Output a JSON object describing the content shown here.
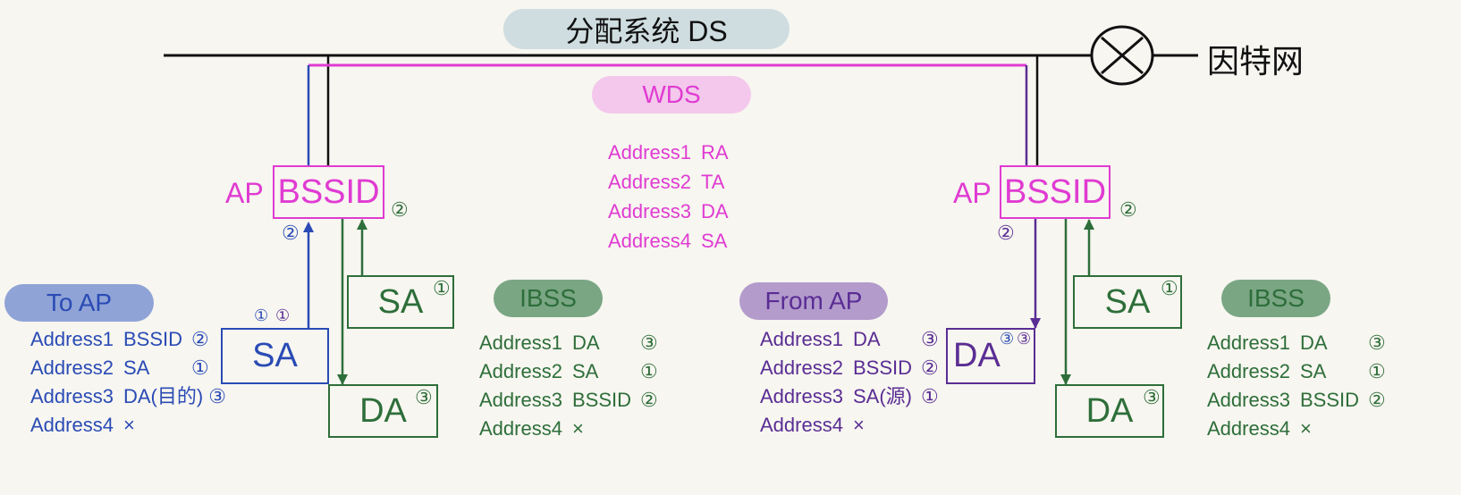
{
  "title": "分配系统 DS",
  "internet": "因特网",
  "wds": {
    "label": "WDS",
    "rows": [
      {
        "addr": "Address1",
        "val": "RA"
      },
      {
        "addr": "Address2",
        "val": "TA"
      },
      {
        "addr": "Address3",
        "val": "DA"
      },
      {
        "addr": "Address4",
        "val": "SA"
      }
    ]
  },
  "left": {
    "ap_label": "AP",
    "ap_box": "BSSID",
    "ap_mark_green": "②",
    "ap_mark_blue": "②",
    "sa_blue": "SA",
    "sa_blue_marks": [
      "①",
      "①"
    ],
    "sa_green": "SA",
    "sa_green_mark": "①",
    "da_green": "DA",
    "da_green_mark": "③"
  },
  "right": {
    "ap_label": "AP",
    "ap_box": "BSSID",
    "ap_mark_green": "②",
    "ap_mark_purple": "②",
    "da_purple": "DA",
    "da_purple_marks": [
      "③",
      "③"
    ],
    "sa_green": "SA",
    "sa_green_mark": "①",
    "da_green": "DA",
    "da_green_mark": "③"
  },
  "to_ap": {
    "label": "To AP",
    "rows": [
      {
        "addr": "Address1",
        "val": "BSSID",
        "mark": "②"
      },
      {
        "addr": "Address2",
        "val": "SA",
        "mark": "①"
      },
      {
        "addr": "Address3",
        "val": "DA(目的)",
        "mark": "③"
      },
      {
        "addr": "Address4",
        "val": "×",
        "mark": ""
      }
    ]
  },
  "ibss_left": {
    "label": "IBSS",
    "rows": [
      {
        "addr": "Address1",
        "val": "DA",
        "mark": "③"
      },
      {
        "addr": "Address2",
        "val": "SA",
        "mark": "①"
      },
      {
        "addr": "Address3",
        "val": "BSSID",
        "mark": "②"
      },
      {
        "addr": "Address4",
        "val": "×",
        "mark": ""
      }
    ]
  },
  "from_ap": {
    "label": "From AP",
    "rows": [
      {
        "addr": "Address1",
        "val": "DA",
        "mark": "③"
      },
      {
        "addr": "Address2",
        "val": "BSSID",
        "mark": "②"
      },
      {
        "addr": "Address3",
        "val": "SA(源)",
        "mark": "①"
      },
      {
        "addr": "Address4",
        "val": "×",
        "mark": ""
      }
    ]
  },
  "ibss_right": {
    "label": "IBSS",
    "rows": [
      {
        "addr": "Address1",
        "val": "DA",
        "mark": "③"
      },
      {
        "addr": "Address2",
        "val": "SA",
        "mark": "①"
      },
      {
        "addr": "Address3",
        "val": "BSSID",
        "mark": "②"
      },
      {
        "addr": "Address4",
        "val": "×",
        "mark": ""
      }
    ]
  },
  "colors": {
    "blue": "#2a4bb5",
    "green": "#2e6e3a",
    "magenta": "#e03bd2",
    "purple": "#5a2d94",
    "ds_pill": "#cfdde0"
  }
}
